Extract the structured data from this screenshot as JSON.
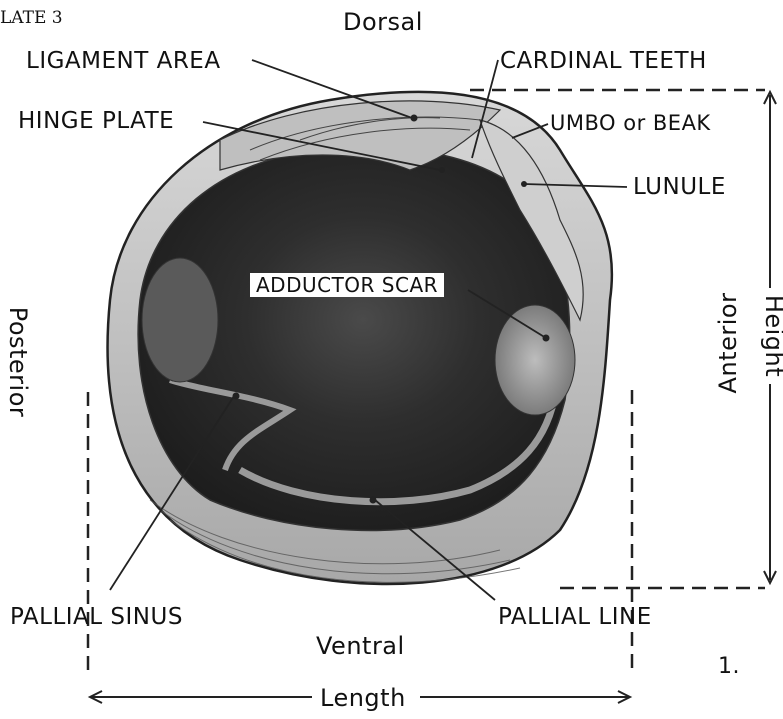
{
  "plate_label": "LATE 3",
  "figure_number": "1.",
  "orientation": {
    "top": "Dorsal",
    "bottom": "Ventral",
    "left": "Posterior",
    "right": "Anterior"
  },
  "dimensions": {
    "width_label": "Length",
    "height_label": "Height"
  },
  "structures": {
    "ligament_area": "LIGAMENT AREA",
    "hinge_plate": "HINGE PLATE",
    "cardinal_teeth": "CARDINAL TEETH",
    "umbo": "UMBO or BEAK",
    "lunule": "LUNULE",
    "adductor_scar": "ADDUCTOR SCAR",
    "pallial_sinus": "PALLIAL SINUS",
    "pallial_line": "PALLIAL LINE"
  }
}
